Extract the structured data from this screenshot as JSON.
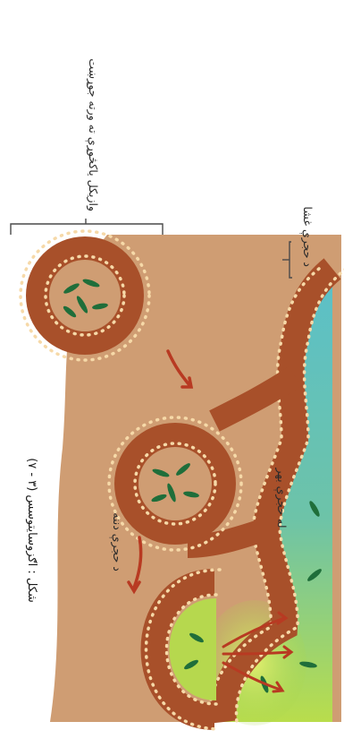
{
  "labels": {
    "membrane_wall": "د حجرې غشا",
    "vesicle": "وازیکل یاکڅوړې ته ورته جوړښت",
    "outside_cell": "له حجرې بهر",
    "inside_cell": "د حجرې دننه",
    "caption": "(۷ - ۳) شکل : اګزوسایتوسس"
  },
  "colors": {
    "membrane": "#a8502a",
    "membrane_dark": "#7c3519",
    "head_beads": "#f6d9a8",
    "cytoplasm": "#cf9d73",
    "outside_fluid": "#4fb6ad",
    "release_glow": "#c7e04a",
    "cargo": "#1f6e3a",
    "arrow": "#b83a22"
  },
  "icons": [
    "curved-arrow-icon",
    "release-arrow-icon",
    "bracket-icon",
    "cargo-particle-icon"
  ]
}
